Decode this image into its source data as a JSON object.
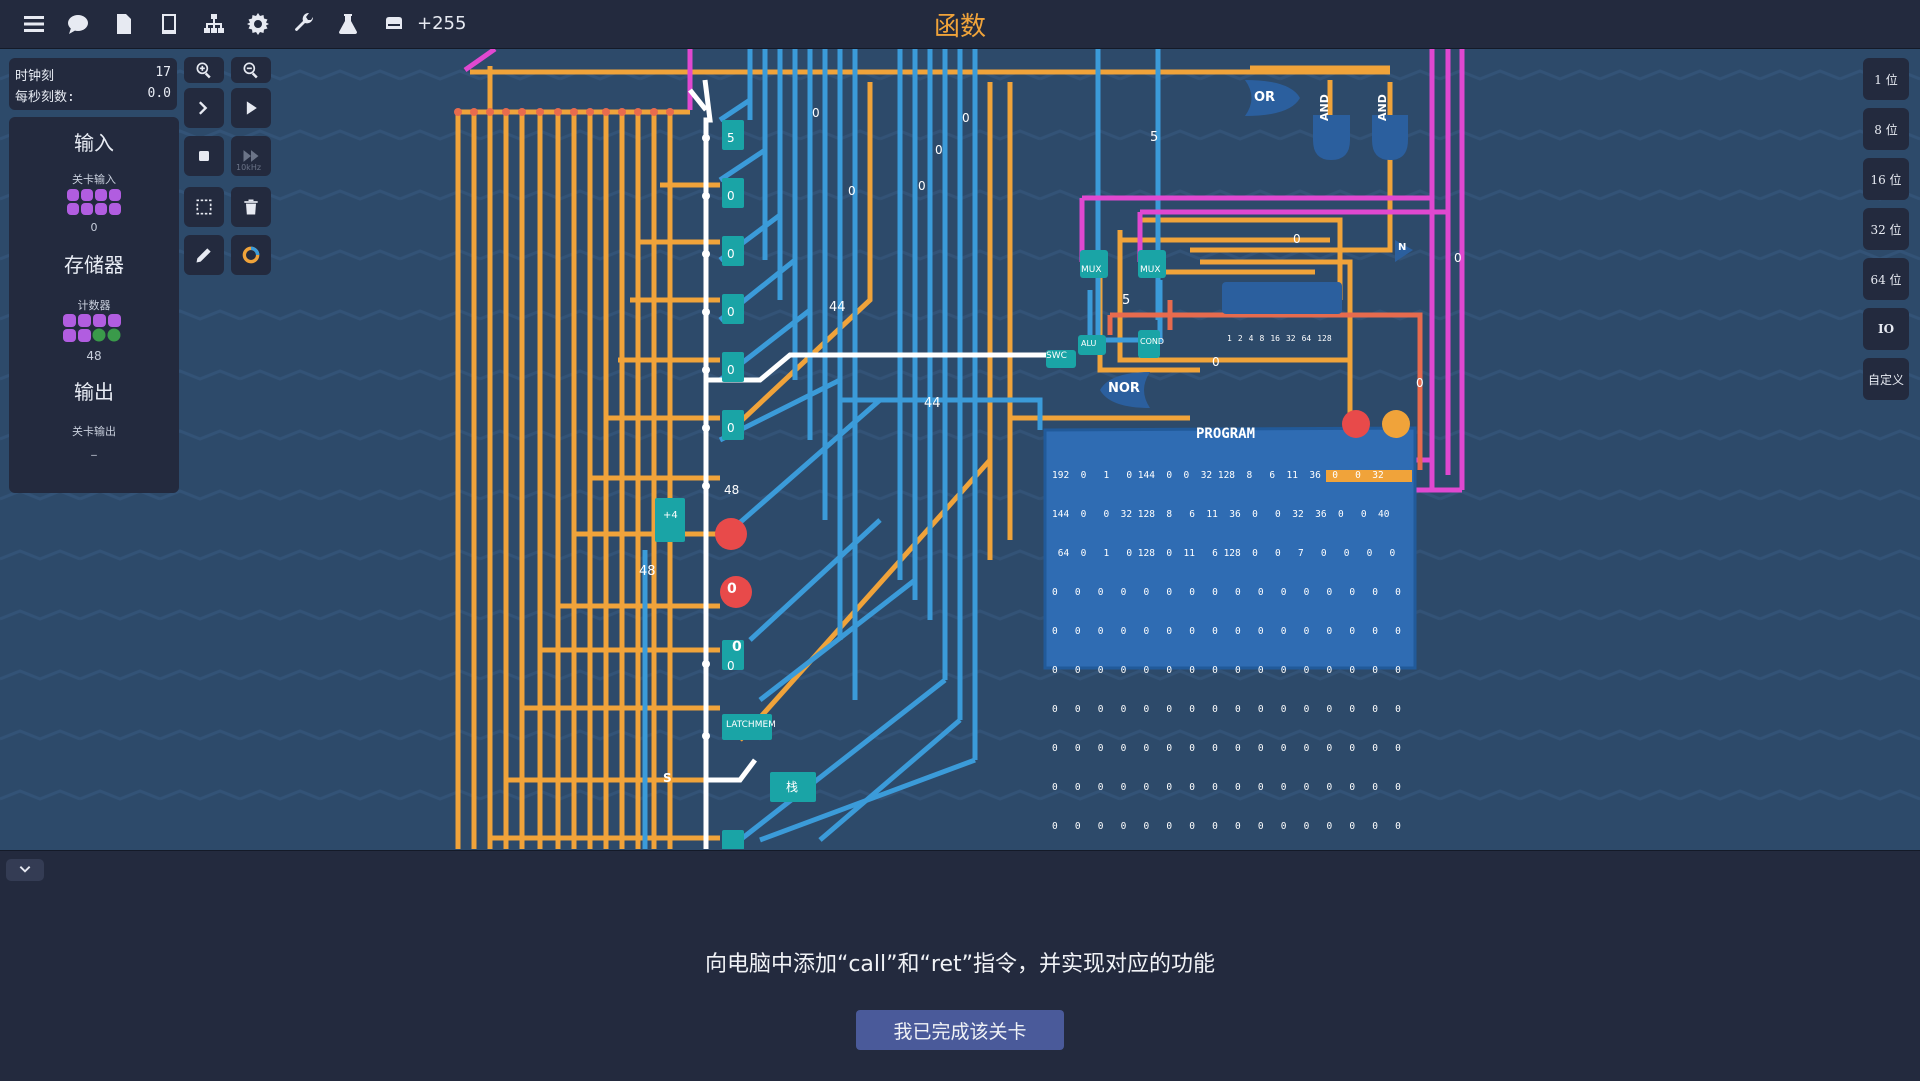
{
  "topbar": {
    "title": "函数",
    "score": "+255",
    "icons": [
      "menu-icon",
      "chat-icon",
      "document-icon",
      "book-icon",
      "hierarchy-icon",
      "gear-icon",
      "wrench-icon",
      "flask-icon",
      "hdd-icon"
    ]
  },
  "clock": {
    "tick_label": "时钟刻",
    "tick_value": "17",
    "tps_label": "每秒刻数:",
    "tps_value": "0.0"
  },
  "components": {
    "input_title": "输入",
    "input_item": "关卡输入",
    "input_value": "0",
    "storage_title": "存储器",
    "storage_item": "计数器",
    "storage_value": "48",
    "output_title": "输出",
    "output_item": "关卡输出",
    "output_value": "_"
  },
  "tools": {
    "speed_label": "10kHz"
  },
  "bit_sizes": [
    "1 位",
    "8 位",
    "16 位",
    "32 位",
    "64 位",
    "IO",
    "自定义"
  ],
  "circuit": {
    "program_title": "PROGRAM",
    "program_rows": [
      "192  0   1   0 144  0  0  32 128  8   6  11  36  0   0  32",
      "144  0   0  32 128  8   6  11  36  0   0  32  36  0   0  40",
      " 64  0   1   0 128  0  11   6 128  0   0   7   0   0   0   0"
    ],
    "zero_row": "0   0   0   0   0   0   0   0   0   0   0   0   0   0   0   0",
    "gate_or": "OR",
    "gate_and": "AND",
    "gate_nor": "NOR",
    "mux": "MUX",
    "swc": "SWC",
    "alu": "ALU",
    "cond": "COND",
    "latch": "LATCHMEM",
    "stack": "栈",
    "plus4": "+4",
    "s": "S",
    "n": "N",
    "num_48": "48",
    "num_44": "44",
    "num_5": "5",
    "num_0": "0",
    "bit_labels": [
      "1",
      "2",
      "4",
      "8",
      "16",
      "32",
      "64",
      "128"
    ]
  },
  "bottom": {
    "description": "向电脑中添加“call”和“ret”指令，并实现对应的功能",
    "done_button": "我已完成该关卡"
  }
}
